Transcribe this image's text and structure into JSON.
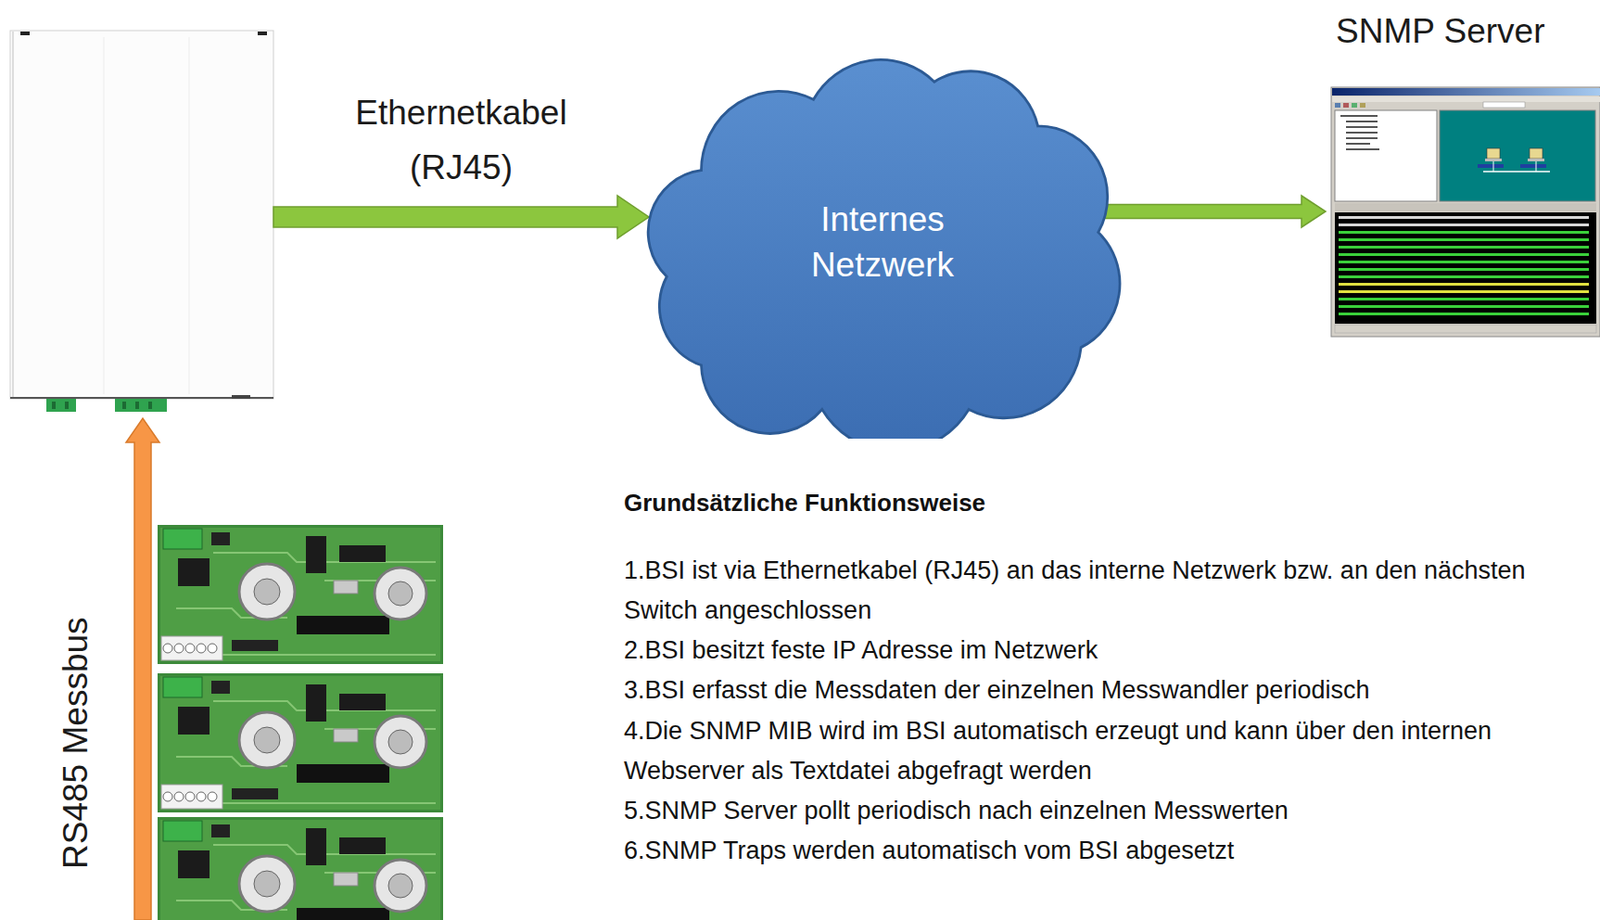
{
  "diagram": {
    "nodes": [
      {
        "text": []
      },
      {
        "text": [
          "Internes Netzwerk"
        ]
      },
      {
        "text": [
          "SNMP Server"
        ]
      },
      {
        "text": []
      }
    ],
    "edges": [
      {
        "from": 0,
        "to": 1,
        "arrow": "to",
        "label": "Ethernetkabel (RJ45)"
      },
      {
        "from": 1,
        "to": 2,
        "arrow": "to"
      },
      {
        "from": 3,
        "to": 0,
        "arrow": "to",
        "label": "RS485 Messbus"
      }
    ],
    "labels": [
      "Grundsätzliche Funktionsweise",
      "1.BSI ist via Ethernetkabel (RJ45) an das interne Netzwerk bzw. an den nächsten Switch angeschlossen",
      "2.BSI besitzt feste IP Adresse im Netzwerk",
      "3.BSI erfasst die Messdaten der einzelnen Messwandler periodisch",
      "4.Die SNMP MIB wird im BSI automatisch erzeugt und kann über den internen Webserver als Textdatei abgefragt werden",
      "5.SNMP Server pollt periodisch nach einzelnen Messwerten",
      "6.SNMP Traps werden automatisch vom BSI abgesetzt"
    ]
  }
}
